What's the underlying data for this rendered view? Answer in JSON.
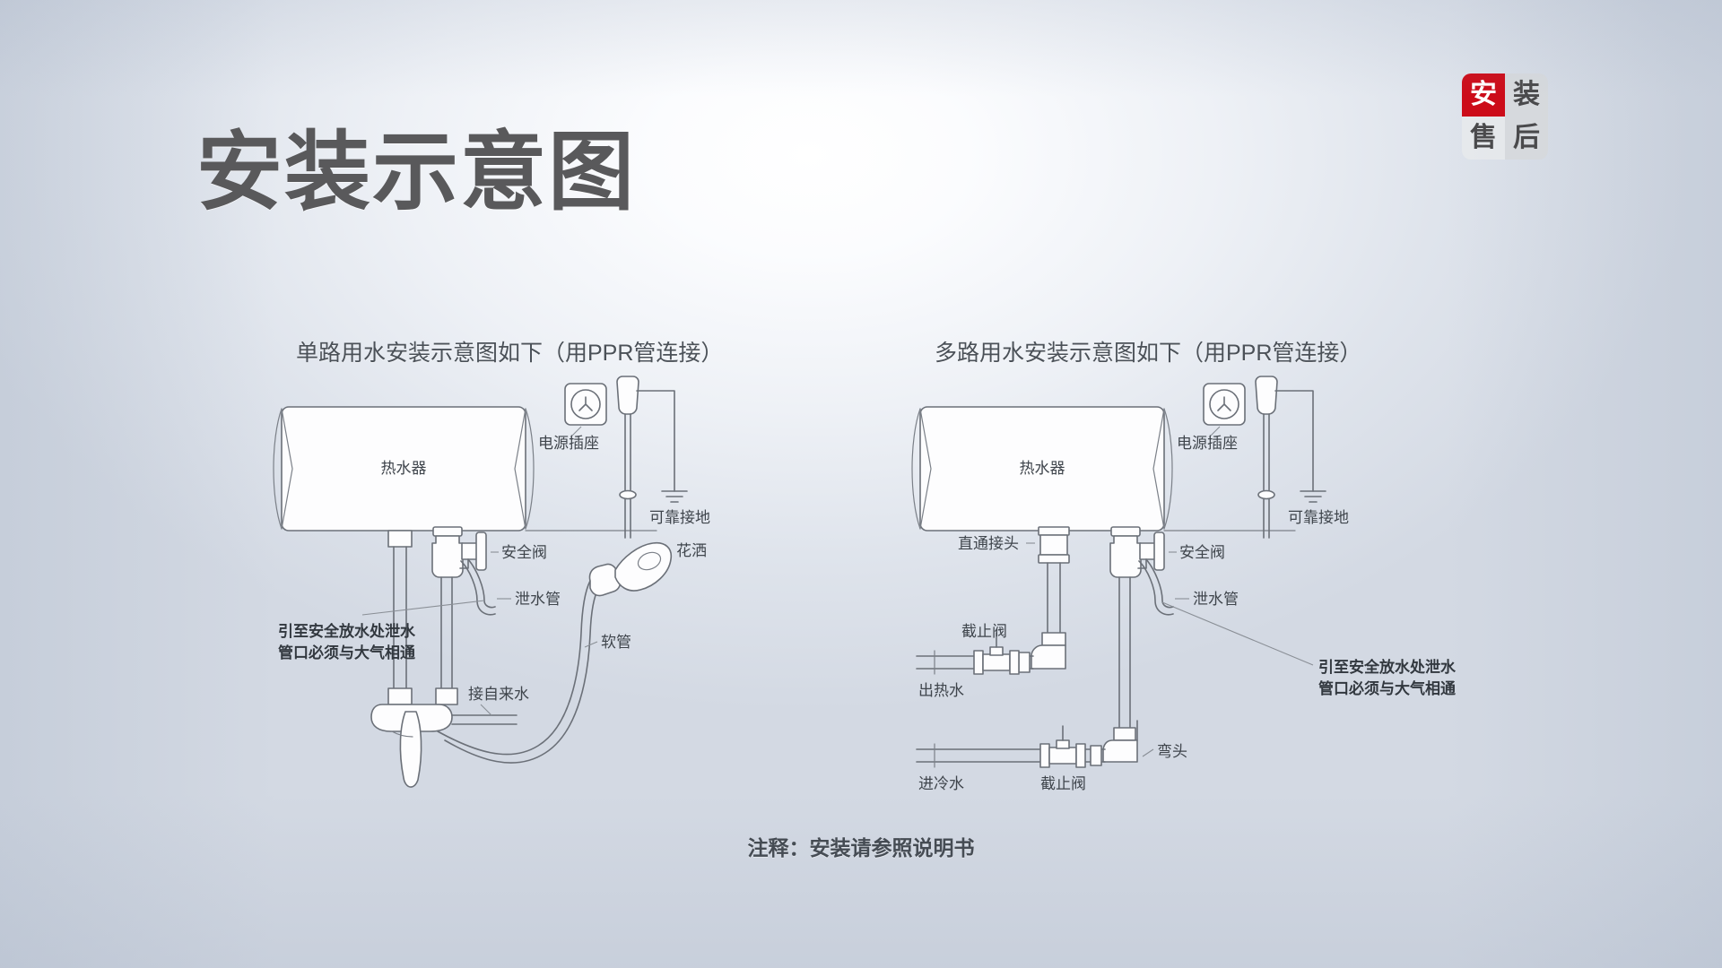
{
  "page": {
    "title": "安装示意图",
    "footer_note": "注释：安装请参照说明书",
    "background_color": "#d4dae4",
    "title_color": "#59595b"
  },
  "logo": {
    "name": "安装售后",
    "accent_color": "#cc0c19",
    "cells": [
      {
        "char": "安",
        "style": "red"
      },
      {
        "char": "装",
        "style": "gray-dark"
      },
      {
        "char": "售",
        "style": "gray-light"
      },
      {
        "char": "后",
        "style": "gray-dark"
      }
    ]
  },
  "diagrams": [
    {
      "id": "single-supply",
      "header": "单路用水安装示意图如下（用PPR管连接）",
      "appliance_label": "热水器",
      "labels": {
        "power_socket": "电源插座",
        "reliable_ground": "可靠接地",
        "safety_valve": "安全阀",
        "drain_pipe": "泄水管",
        "shower_head": "花洒",
        "hose": "软管",
        "tap_water_inlet": "接自来水",
        "warning_line1": "引至安全放水处泄水",
        "warning_line2": "管口必须与大气相通"
      }
    },
    {
      "id": "multi-supply",
      "header": "多路用水安装示意图如下（用PPR管连接）",
      "appliance_label": "热水器",
      "labels": {
        "power_socket": "电源插座",
        "reliable_ground": "可靠接地",
        "straight_coupling": "直通接头",
        "safety_valve": "安全阀",
        "drain_pipe": "泄水管",
        "stop_valve_hot": "截止阀",
        "hot_water_out": "出热水",
        "stop_valve_cold": "截止阀",
        "cold_water_in": "进冷水",
        "elbow": "弯头",
        "warning_line1": "引至安全放水处泄水",
        "warning_line2": "管口必须与大气相通"
      }
    }
  ]
}
